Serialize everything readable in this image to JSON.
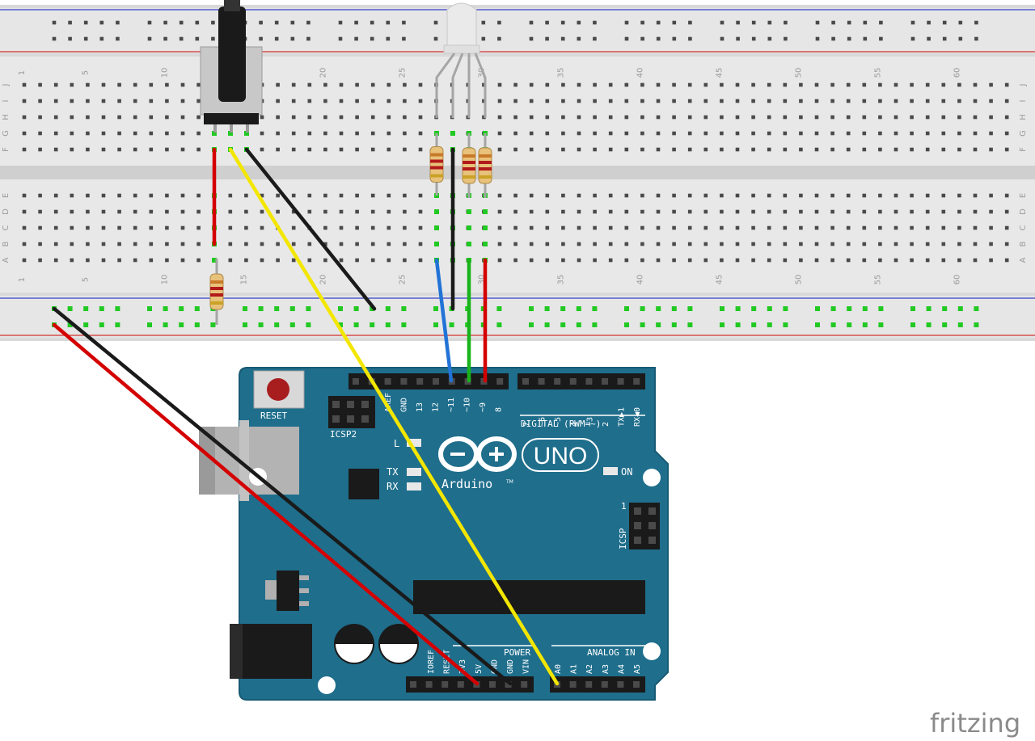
{
  "breadboard": {
    "row_letters_top": [
      "J",
      "I",
      "H",
      "G",
      "F"
    ],
    "row_letters_bottom": [
      "E",
      "D",
      "C",
      "B",
      "A"
    ],
    "column_numbers": [
      "1",
      "5",
      "10",
      "15",
      "20",
      "25",
      "30",
      "35",
      "40",
      "45",
      "50",
      "55",
      "60"
    ]
  },
  "arduino": {
    "reset_label": "RESET",
    "icsp2_label": "ICSP2",
    "icsp_label": "ICSP",
    "icsp_pin1": "1",
    "led_l": "L",
    "led_tx": "TX",
    "led_rx": "RX",
    "led_on": "ON",
    "uno_label": "UNO",
    "brand": "Arduino",
    "tm": "TM",
    "digital_label": "DIGITAL (PWM=~)",
    "power_label": "POWER",
    "analog_label": "ANALOG IN",
    "digital_pins_left": [
      "AREF",
      "GND",
      "13",
      "12",
      "~11",
      "~10",
      "~9",
      "8"
    ],
    "digital_pins_right": [
      "7",
      "~6",
      "~5",
      "4",
      "~3",
      "2",
      "TX▶1",
      "RX◀0"
    ],
    "power_pins": [
      "IOREF",
      "RESET",
      "3V3",
      "5V",
      "GND",
      "GND",
      "VIN"
    ],
    "analog_pins": [
      "A0",
      "A1",
      "A2",
      "A3",
      "A4",
      "A5"
    ]
  },
  "colors": {
    "board": "#1f6e8c",
    "red_wire": "#d40000",
    "black_wire": "#1a1a1a",
    "yellow_wire": "#f3e600",
    "blue_wire": "#2273d6",
    "green_wire": "#19b319"
  },
  "watermark": "fritzing"
}
